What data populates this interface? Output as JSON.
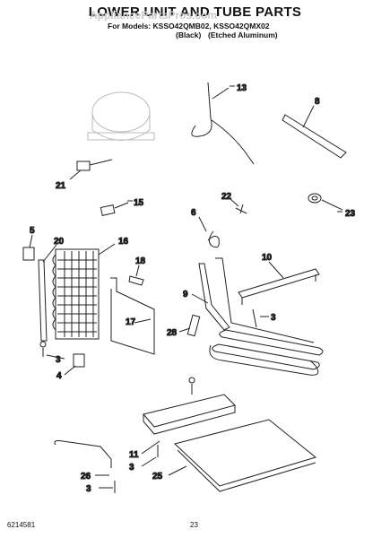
{
  "header": {
    "title": "LOWER UNIT AND TUBE PARTS",
    "models": "For Models: KSSO42QMB02, KSSO42QMX02",
    "variant_black": "(Black)",
    "variant_aluminum": "(Etched Aluminum)",
    "watermark": "AppliancePartsPros.com"
  },
  "footer": {
    "doc_number": "6214581",
    "page_number": "23"
  },
  "callouts": {
    "c13": "13",
    "c8": "8",
    "c21": "21",
    "c15": "15",
    "c22": "22",
    "c23": "23",
    "c5": "5",
    "c20": "20",
    "c16": "16",
    "c6": "6",
    "c18": "18",
    "c10": "10",
    "c9": "9",
    "c17": "17",
    "c3a": "3",
    "c28": "28",
    "c3b": "3",
    "c4": "4",
    "c11": "11",
    "c3c": "3",
    "c25": "25",
    "c26": "26",
    "c3d": "3"
  }
}
